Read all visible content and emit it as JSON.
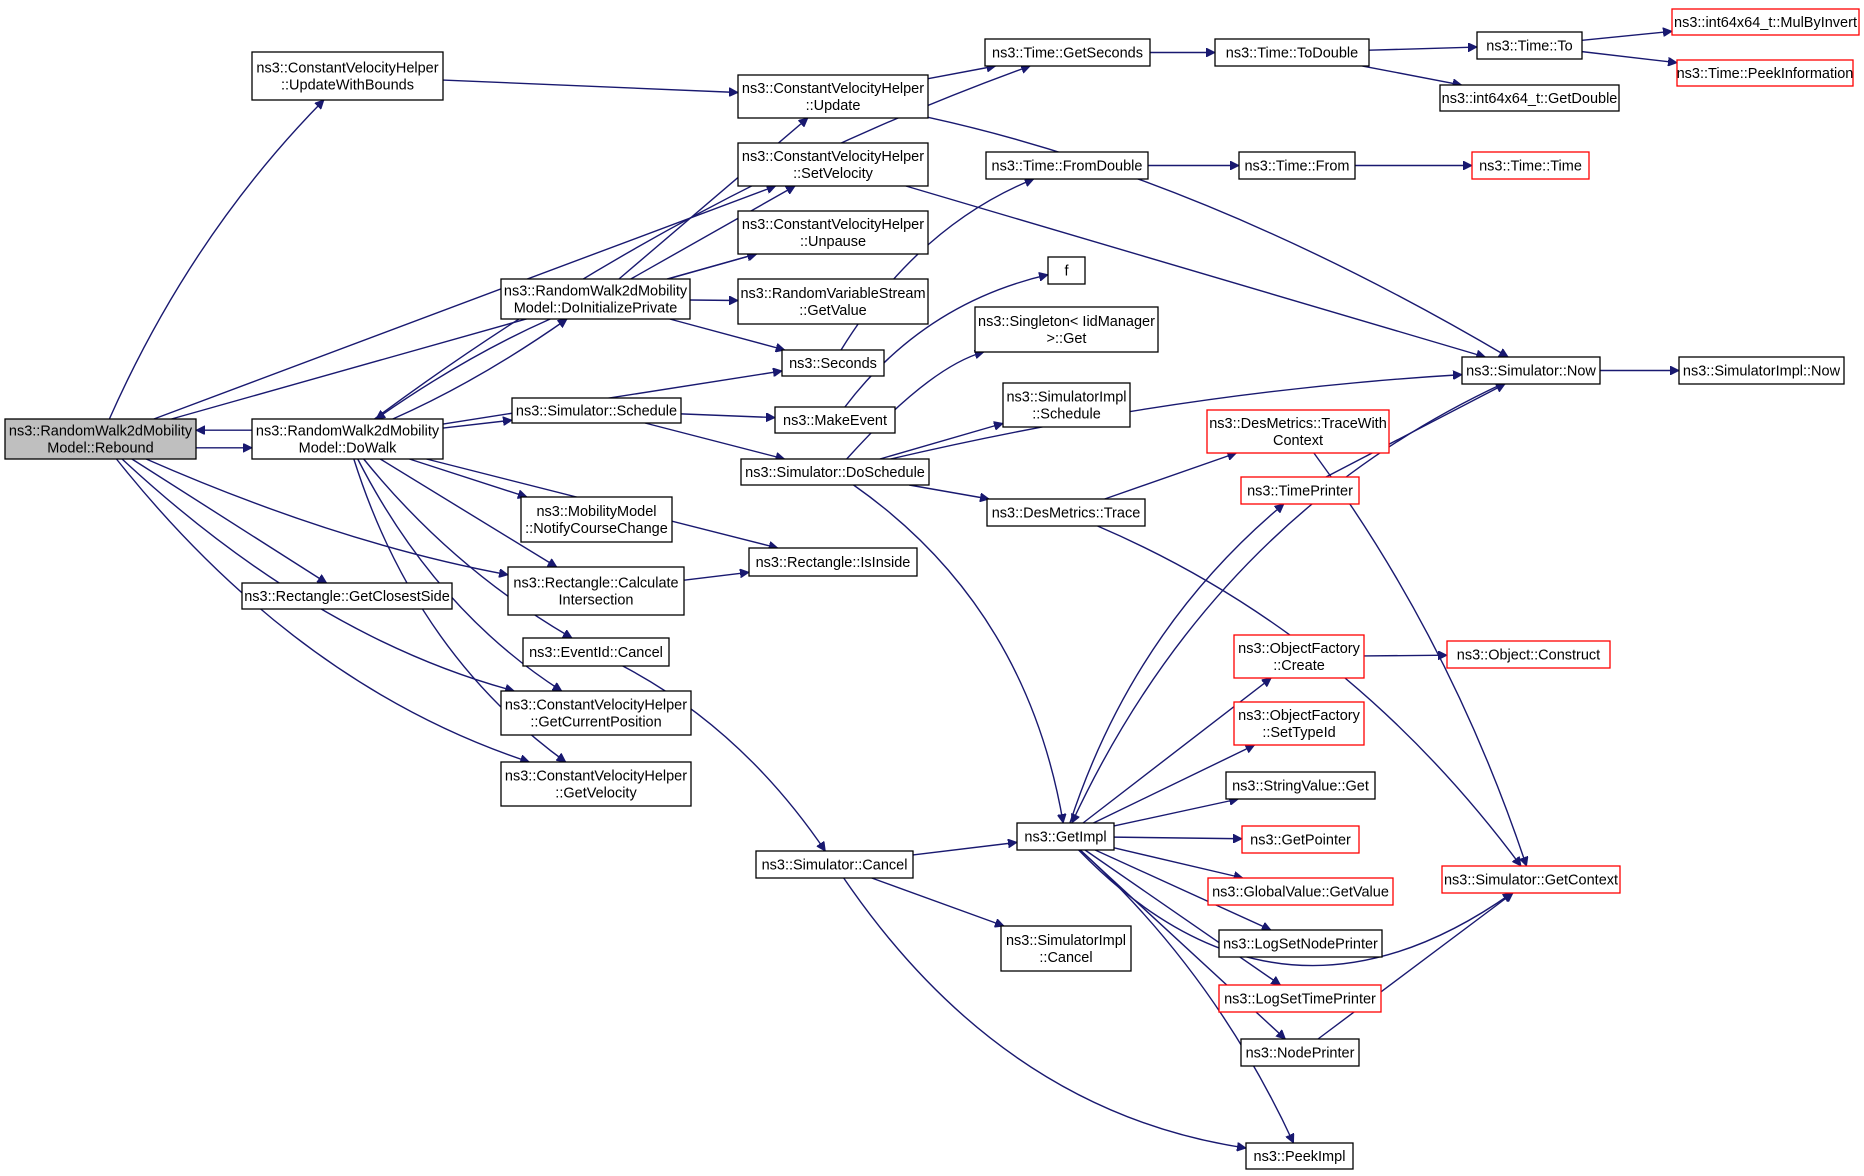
{
  "colors": {
    "edge": "#191970",
    "node_border_black": "#000000",
    "node_border_red": "#ff0000",
    "current_node_fill": "#bfbfbf",
    "node_fill": "#ffffff"
  },
  "nodes": [
    {
      "id": "rebound",
      "lines": [
        "ns3::RandomWalk2dMobility",
        "Model::Rebound"
      ],
      "style": "current"
    },
    {
      "id": "updatewithbounds",
      "lines": [
        "ns3::ConstantVelocityHelper",
        "::UpdateWithBounds"
      ],
      "style": "black"
    },
    {
      "id": "dowalk",
      "lines": [
        "ns3::RandomWalk2dMobility",
        "Model::DoWalk"
      ],
      "style": "black"
    },
    {
      "id": "getclosestside",
      "lines": [
        "ns3::Rectangle::GetClosestSide"
      ],
      "style": "black"
    },
    {
      "id": "cvh_update",
      "lines": [
        "ns3::ConstantVelocityHelper",
        "::Update"
      ],
      "style": "black"
    },
    {
      "id": "cvh_setvelocity",
      "lines": [
        "ns3::ConstantVelocityHelper",
        "::SetVelocity"
      ],
      "style": "black"
    },
    {
      "id": "cvh_unpause",
      "lines": [
        "ns3::ConstantVelocityHelper",
        "::Unpause"
      ],
      "style": "black"
    },
    {
      "id": "doinitprivate",
      "lines": [
        "ns3::RandomWalk2dMobility",
        "Model::DoInitializePrivate"
      ],
      "style": "black"
    },
    {
      "id": "rvs_getvalue",
      "lines": [
        "ns3::RandomVariableStream",
        "::GetValue"
      ],
      "style": "black"
    },
    {
      "id": "seconds",
      "lines": [
        "ns3::Seconds"
      ],
      "style": "black"
    },
    {
      "id": "sim_schedule",
      "lines": [
        "ns3::Simulator::Schedule"
      ],
      "style": "black"
    },
    {
      "id": "makeevent",
      "lines": [
        "ns3::MakeEvent"
      ],
      "style": "black"
    },
    {
      "id": "sim_doschedule",
      "lines": [
        "ns3::Simulator::DoSchedule"
      ],
      "style": "black"
    },
    {
      "id": "notifycoursechange",
      "lines": [
        "ns3::MobilityModel",
        "::NotifyCourseChange"
      ],
      "style": "black"
    },
    {
      "id": "rect_calcintersection",
      "lines": [
        "ns3::Rectangle::Calculate",
        "Intersection"
      ],
      "style": "black"
    },
    {
      "id": "rect_isinside",
      "lines": [
        "ns3::Rectangle::IsInside"
      ],
      "style": "black"
    },
    {
      "id": "eventid_cancel",
      "lines": [
        "ns3::EventId::Cancel"
      ],
      "style": "black"
    },
    {
      "id": "cvh_getcurrentposition",
      "lines": [
        "ns3::ConstantVelocityHelper",
        "::GetCurrentPosition"
      ],
      "style": "black"
    },
    {
      "id": "cvh_getvelocity",
      "lines": [
        "ns3::ConstantVelocityHelper",
        "::GetVelocity"
      ],
      "style": "black"
    },
    {
      "id": "sim_cancel",
      "lines": [
        "ns3::Simulator::Cancel"
      ],
      "style": "black"
    },
    {
      "id": "time_getseconds",
      "lines": [
        "ns3::Time::GetSeconds"
      ],
      "style": "black"
    },
    {
      "id": "time_todouble",
      "lines": [
        "ns3::Time::ToDouble"
      ],
      "style": "black"
    },
    {
      "id": "time_to",
      "lines": [
        "ns3::Time::To"
      ],
      "style": "black"
    },
    {
      "id": "int64_mulbyinvert",
      "lines": [
        "ns3::int64x64_t::MulByInvert"
      ],
      "style": "red"
    },
    {
      "id": "time_peekinfo",
      "lines": [
        "ns3::Time::PeekInformation"
      ],
      "style": "red"
    },
    {
      "id": "int64_getdouble",
      "lines": [
        "ns3::int64x64_t::GetDouble"
      ],
      "style": "black"
    },
    {
      "id": "time_fromdouble",
      "lines": [
        "ns3::Time::FromDouble"
      ],
      "style": "black"
    },
    {
      "id": "time_from",
      "lines": [
        "ns3::Time::From"
      ],
      "style": "black"
    },
    {
      "id": "time_time",
      "lines": [
        "ns3::Time::Time"
      ],
      "style": "red"
    },
    {
      "id": "f",
      "lines": [
        "f"
      ],
      "style": "black"
    },
    {
      "id": "singleton_get",
      "lines": [
        "ns3::Singleton< IidManager",
        ">::Get"
      ],
      "style": "black"
    },
    {
      "id": "simimpl_schedule",
      "lines": [
        "ns3::SimulatorImpl",
        "::Schedule"
      ],
      "style": "black"
    },
    {
      "id": "desmetrics_trace",
      "lines": [
        "ns3::DesMetrics::Trace"
      ],
      "style": "black"
    },
    {
      "id": "desmetrics_tracewithcontext",
      "lines": [
        "ns3::DesMetrics::TraceWith",
        "Context"
      ],
      "style": "red"
    },
    {
      "id": "timeprinter",
      "lines": [
        "ns3::TimePrinter"
      ],
      "style": "red"
    },
    {
      "id": "sim_now",
      "lines": [
        "ns3::Simulator::Now"
      ],
      "style": "black"
    },
    {
      "id": "simimpl_now",
      "lines": [
        "ns3::SimulatorImpl::Now"
      ],
      "style": "black"
    },
    {
      "id": "getimpl",
      "lines": [
        "ns3::GetImpl"
      ],
      "style": "black"
    },
    {
      "id": "objfactory_create",
      "lines": [
        "ns3::ObjectFactory",
        "::Create"
      ],
      "style": "red"
    },
    {
      "id": "object_construct",
      "lines": [
        "ns3::Object::Construct"
      ],
      "style": "red"
    },
    {
      "id": "objfactory_settypeid",
      "lines": [
        "ns3::ObjectFactory",
        "::SetTypeId"
      ],
      "style": "red"
    },
    {
      "id": "stringvalue_get",
      "lines": [
        "ns3::StringValue::Get"
      ],
      "style": "black"
    },
    {
      "id": "getpointer",
      "lines": [
        "ns3::GetPointer"
      ],
      "style": "red"
    },
    {
      "id": "globalvalue_getvalue",
      "lines": [
        "ns3::GlobalValue::GetValue"
      ],
      "style": "red"
    },
    {
      "id": "logsetnodeprinter",
      "lines": [
        "ns3::LogSetNodePrinter"
      ],
      "style": "black"
    },
    {
      "id": "logsettimeprinter",
      "lines": [
        "ns3::LogSetTimePrinter"
      ],
      "style": "red"
    },
    {
      "id": "nodeprinter",
      "lines": [
        "ns3::NodePrinter"
      ],
      "style": "black"
    },
    {
      "id": "sim_getcontext",
      "lines": [
        "ns3::Simulator::GetContext"
      ],
      "style": "red"
    },
    {
      "id": "simimpl_cancel",
      "lines": [
        "ns3::SimulatorImpl",
        "::Cancel"
      ],
      "style": "black"
    },
    {
      "id": "peekimpl",
      "lines": [
        "ns3::PeekImpl"
      ],
      "style": "black"
    }
  ],
  "edges": [
    [
      "rebound",
      "updatewithbounds"
    ],
    [
      "rebound",
      "dowalk"
    ],
    [
      "dowalk",
      "rebound"
    ],
    [
      "rebound",
      "getclosestside"
    ],
    [
      "rebound",
      "cvh_setvelocity"
    ],
    [
      "rebound",
      "cvh_unpause"
    ],
    [
      "rebound",
      "rect_calcintersection"
    ],
    [
      "rebound",
      "cvh_getcurrentposition"
    ],
    [
      "rebound",
      "cvh_getvelocity"
    ],
    [
      "updatewithbounds",
      "cvh_update"
    ],
    [
      "dowalk",
      "time_getseconds"
    ],
    [
      "dowalk",
      "doinitprivate"
    ],
    [
      "doinitprivate",
      "dowalk"
    ],
    [
      "dowalk",
      "seconds"
    ],
    [
      "dowalk",
      "sim_schedule"
    ],
    [
      "dowalk",
      "notifycoursechange"
    ],
    [
      "dowalk",
      "rect_calcintersection"
    ],
    [
      "dowalk",
      "rect_isinside"
    ],
    [
      "dowalk",
      "eventid_cancel"
    ],
    [
      "dowalk",
      "cvh_getcurrentposition"
    ],
    [
      "dowalk",
      "cvh_getvelocity"
    ],
    [
      "doinitprivate",
      "cvh_update"
    ],
    [
      "doinitprivate",
      "cvh_setvelocity"
    ],
    [
      "doinitprivate",
      "cvh_unpause"
    ],
    [
      "doinitprivate",
      "rvs_getvalue"
    ],
    [
      "doinitprivate",
      "seconds"
    ],
    [
      "cvh_update",
      "time_getseconds"
    ],
    [
      "cvh_update",
      "sim_now"
    ],
    [
      "cvh_setvelocity",
      "sim_now"
    ],
    [
      "seconds",
      "time_fromdouble"
    ],
    [
      "sim_schedule",
      "makeevent"
    ],
    [
      "sim_schedule",
      "sim_doschedule"
    ],
    [
      "makeevent",
      "f"
    ],
    [
      "rect_calcintersection",
      "rect_isinside"
    ],
    [
      "eventid_cancel",
      "sim_cancel"
    ],
    [
      "sim_doschedule",
      "singleton_get"
    ],
    [
      "sim_doschedule",
      "simimpl_schedule"
    ],
    [
      "sim_doschedule",
      "sim_now"
    ],
    [
      "sim_doschedule",
      "desmetrics_trace"
    ],
    [
      "sim_doschedule",
      "getimpl"
    ],
    [
      "sim_cancel",
      "getimpl"
    ],
    [
      "sim_cancel",
      "simimpl_cancel"
    ],
    [
      "sim_cancel",
      "peekimpl"
    ],
    [
      "time_getseconds",
      "time_todouble"
    ],
    [
      "time_todouble",
      "time_to"
    ],
    [
      "time_todouble",
      "int64_getdouble"
    ],
    [
      "time_to",
      "int64_mulbyinvert"
    ],
    [
      "time_to",
      "time_peekinfo"
    ],
    [
      "time_fromdouble",
      "time_from"
    ],
    [
      "time_from",
      "time_time"
    ],
    [
      "desmetrics_trace",
      "desmetrics_tracewithcontext"
    ],
    [
      "desmetrics_trace",
      "sim_getcontext"
    ],
    [
      "desmetrics_tracewithcontext",
      "sim_getcontext"
    ],
    [
      "timeprinter",
      "sim_now"
    ],
    [
      "sim_now",
      "simimpl_now"
    ],
    [
      "sim_now",
      "getimpl"
    ],
    [
      "getimpl",
      "timeprinter"
    ],
    [
      "getimpl",
      "objfactory_create"
    ],
    [
      "getimpl",
      "objfactory_settypeid"
    ],
    [
      "getimpl",
      "stringvalue_get"
    ],
    [
      "getimpl",
      "getpointer"
    ],
    [
      "getimpl",
      "globalvalue_getvalue"
    ],
    [
      "getimpl",
      "logsetnodeprinter"
    ],
    [
      "getimpl",
      "logsettimeprinter"
    ],
    [
      "getimpl",
      "nodeprinter"
    ],
    [
      "getimpl",
      "peekimpl"
    ],
    [
      "getimpl",
      "sim_getcontext"
    ],
    [
      "objfactory_create",
      "object_construct"
    ],
    [
      "nodeprinter",
      "sim_getcontext"
    ]
  ]
}
